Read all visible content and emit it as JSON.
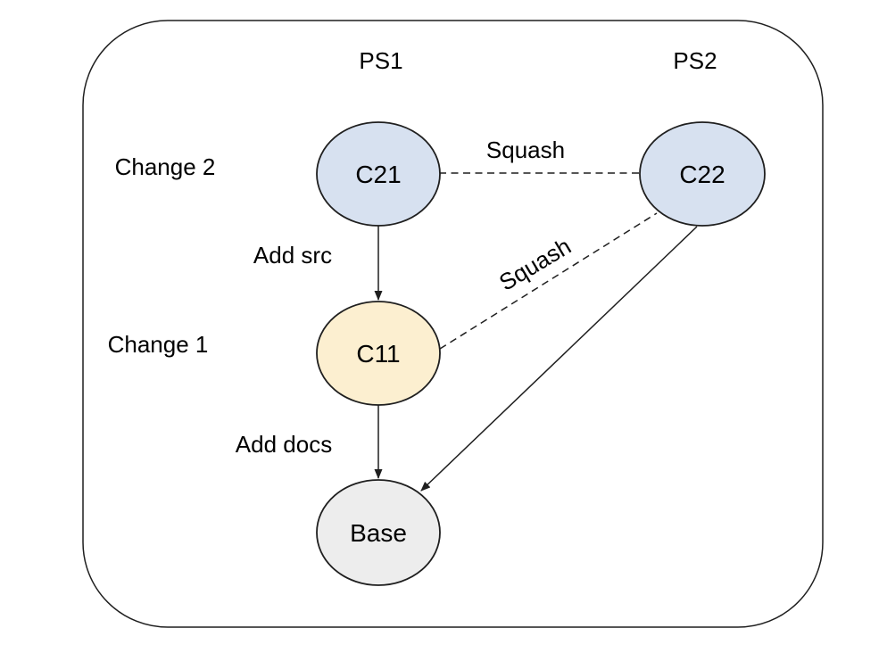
{
  "diagram": {
    "type": "patchset-commit-graph",
    "columns": [
      {
        "label": "PS1"
      },
      {
        "label": "PS2"
      }
    ],
    "rows": [
      {
        "label": "Change 2"
      },
      {
        "label": "Change 1"
      }
    ],
    "nodes": {
      "c21": {
        "label": "C21",
        "fill": "#d7e1f0"
      },
      "c22": {
        "label": "C22",
        "fill": "#d7e1f0"
      },
      "c11": {
        "label": "C11",
        "fill": "#fcefd0"
      },
      "base": {
        "label": "Base",
        "fill": "#ededed"
      }
    },
    "edges": {
      "c21_to_c11": {
        "label": "Add src",
        "style": "solid-arrow"
      },
      "c11_to_base": {
        "label": "Add docs",
        "style": "solid-arrow"
      },
      "c22_to_base": {
        "style": "solid-arrow"
      },
      "c21_c22": {
        "label": "Squash",
        "style": "dashed"
      },
      "c11_c22": {
        "label": "Squash",
        "style": "dashed"
      }
    },
    "colors": {
      "node_blue": "#d7e1f0",
      "node_yellow": "#fcefd0",
      "node_gray": "#ededed",
      "line": "#1f1f1f",
      "text": "#000000",
      "background": "#ffffff"
    }
  }
}
